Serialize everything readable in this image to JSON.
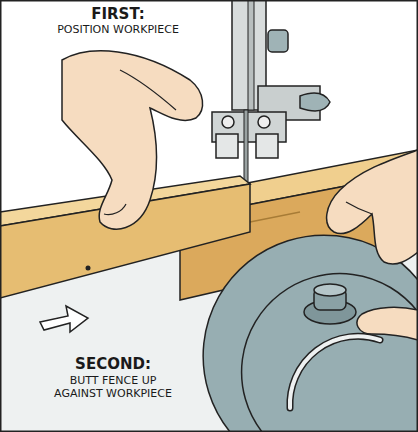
{
  "diagram": {
    "labels": [
      "FIRST:",
      "POSITION WORKPIECE",
      "SECOND:",
      "BUTT FENCE UP AGAINST WORKPIECE"
    ]
  }
}
